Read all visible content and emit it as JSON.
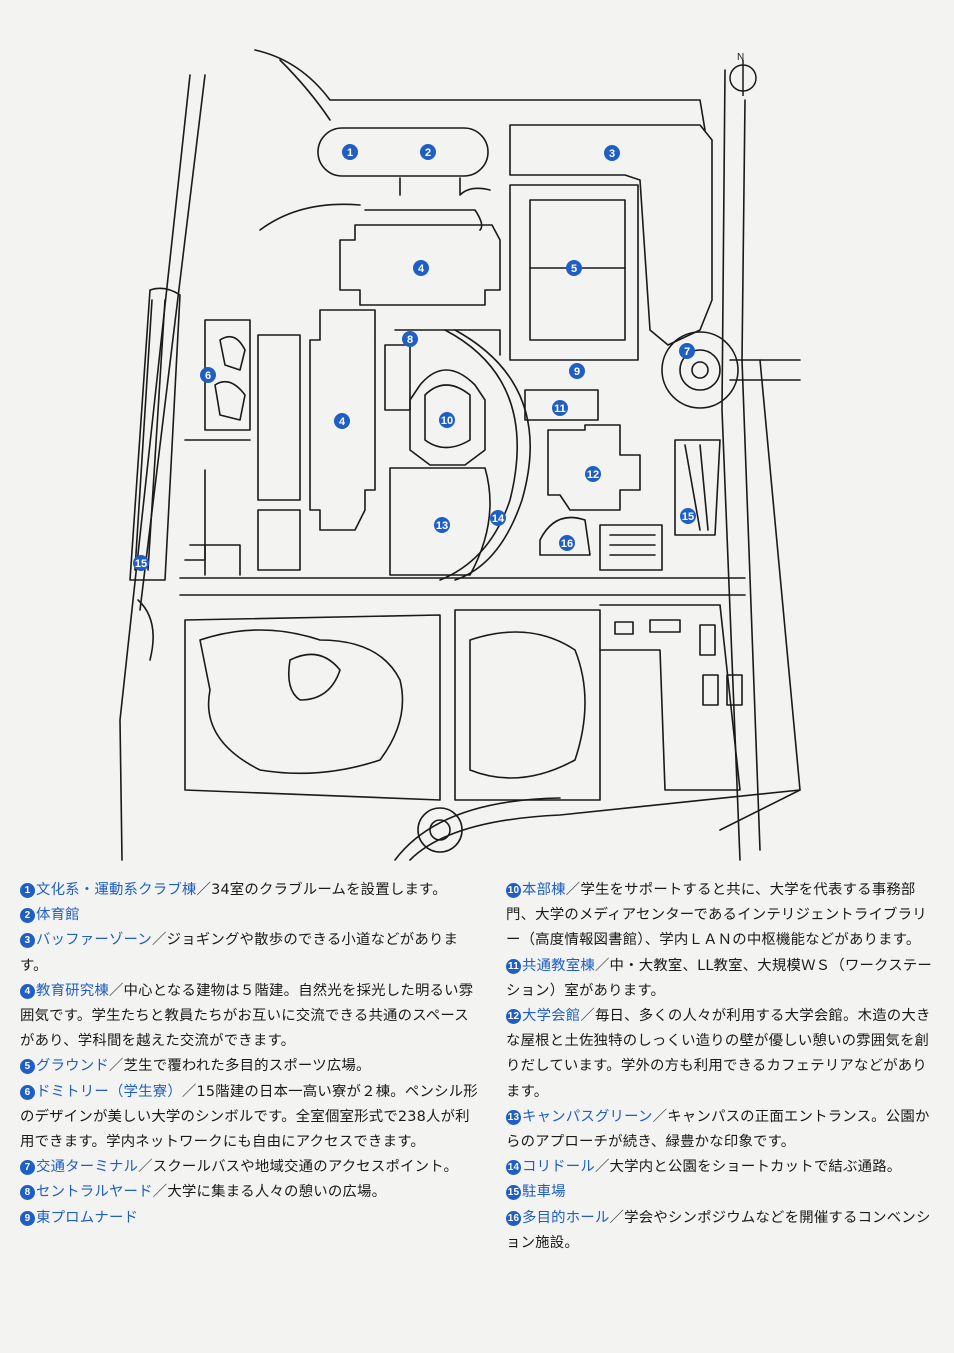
{
  "colors": {
    "accent": "#1f5fc4",
    "line": "#1a1a1a",
    "paper": "#f3f3f1"
  },
  "map": {
    "compass_label": "N",
    "markers": [
      {
        "n": "1"
      },
      {
        "n": "2"
      },
      {
        "n": "3"
      },
      {
        "n": "4"
      },
      {
        "n": "5"
      },
      {
        "n": "4"
      },
      {
        "n": "6"
      },
      {
        "n": "7"
      },
      {
        "n": "8"
      },
      {
        "n": "9"
      },
      {
        "n": "10"
      },
      {
        "n": "11"
      },
      {
        "n": "12"
      },
      {
        "n": "13"
      },
      {
        "n": "14"
      },
      {
        "n": "15"
      },
      {
        "n": "16"
      },
      {
        "n": "15"
      }
    ]
  },
  "legend": {
    "left": [
      {
        "n": "1",
        "name": "文化系・運動系クラブ棟",
        "desc": "／34室のクラブルームを設置します。"
      },
      {
        "n": "2",
        "name": "体育館",
        "desc": ""
      },
      {
        "n": "3",
        "name": "バッファーゾーン",
        "desc": "／ジョギングや散歩のできる小道などがあります。"
      },
      {
        "n": "4",
        "name": "教育研究棟",
        "desc": "／中心となる建物は５階建。自然光を採光した明るい雰囲気です。学生たちと教員たちがお互いに交流できる共通のスペースがあり、学科間を越えた交流ができます。"
      },
      {
        "n": "5",
        "name": "グラウンド",
        "desc": "／芝生で覆われた多目的スポーツ広場。"
      },
      {
        "n": "6",
        "name": "ドミトリー（学生寮）",
        "desc": "／15階建の日本一高い寮が２棟。ペンシル形のデザインが美しい大学のシンボルです。全室個室形式で238人が利用できます。学内ネットワークにも自由にアクセスできます。"
      },
      {
        "n": "7",
        "name": "交通ターミナル",
        "desc": "／スクールバスや地域交通のアクセスポイント。"
      },
      {
        "n": "8",
        "name": "セントラルヤード",
        "desc": "／大学に集まる人々の憩いの広場。"
      },
      {
        "n": "9",
        "name": "東プロムナード",
        "desc": ""
      }
    ],
    "right": [
      {
        "n": "10",
        "name": "本部棟",
        "desc": "／学生をサポートすると共に、大学を代表する事務部門、大学のメディアセンターであるインテリジェントライブラリー（高度情報図書館）、学内ＬＡＮの中枢機能などがあります。"
      },
      {
        "n": "11",
        "name": "共通教室棟",
        "desc": "／中・大教室、LL教室、大規模ＷＳ（ワークステーション）室があります。"
      },
      {
        "n": "12",
        "name": "大学会館",
        "desc": "／毎日、多くの人々が利用する大学会館。木造の大きな屋根と土佐独特のしっくい造りの壁が優しい憩いの雰囲気を創りだしています。学外の方も利用できるカフェテリアなどがあります。"
      },
      {
        "n": "13",
        "name": "キャンパスグリーン",
        "desc": "／キャンパスの正面エントランス。公園からのアプローチが続き、緑豊かな印象です。"
      },
      {
        "n": "14",
        "name": "コリドール",
        "desc": "／大学内と公園をショートカットで結ぶ通路。"
      },
      {
        "n": "15",
        "name": "駐車場",
        "desc": ""
      },
      {
        "n": "16",
        "name": "多目的ホール",
        "desc": "／学会やシンポジウムなどを開催するコンベンション施設。"
      }
    ]
  }
}
